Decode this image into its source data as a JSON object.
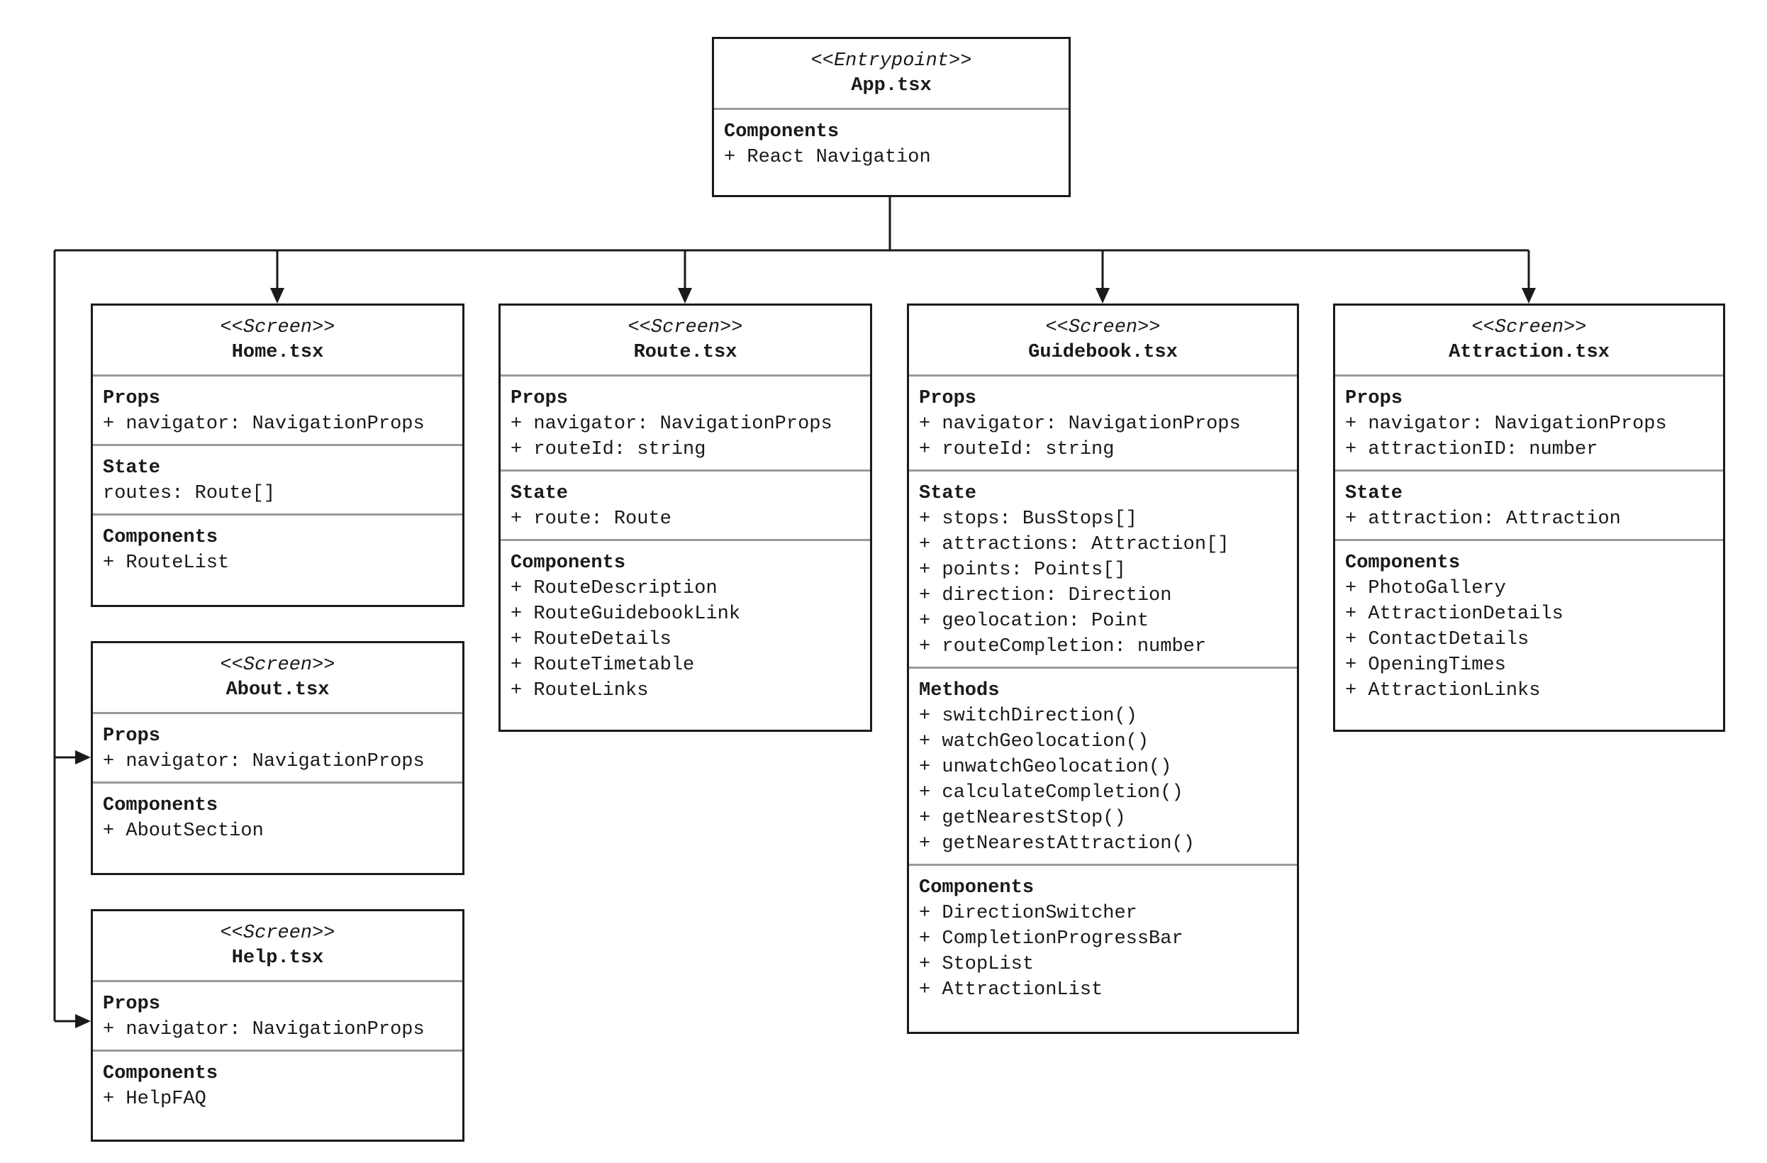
{
  "app": {
    "stereotype": "<<Entrypoint>>",
    "name": "App.tsx",
    "sections": [
      {
        "title": "Components",
        "items": [
          "+ React Navigation"
        ]
      }
    ]
  },
  "home": {
    "stereotype": "<<Screen>>",
    "name": "Home.tsx",
    "sections": [
      {
        "title": "Props",
        "items": [
          "+ navigator: NavigationProps"
        ]
      },
      {
        "title": "State",
        "items": [
          "routes: Route[]"
        ]
      },
      {
        "title": "Components",
        "items": [
          "+ RouteList"
        ]
      }
    ]
  },
  "about": {
    "stereotype": "<<Screen>>",
    "name": "About.tsx",
    "sections": [
      {
        "title": "Props",
        "items": [
          "+ navigator: NavigationProps"
        ]
      },
      {
        "title": "Components",
        "items": [
          "+ AboutSection"
        ]
      }
    ]
  },
  "help": {
    "stereotype": "<<Screen>>",
    "name": "Help.tsx",
    "sections": [
      {
        "title": "Props",
        "items": [
          "+ navigator: NavigationProps"
        ]
      },
      {
        "title": "Components",
        "items": [
          "+ HelpFAQ"
        ]
      }
    ]
  },
  "route": {
    "stereotype": "<<Screen>>",
    "name": "Route.tsx",
    "sections": [
      {
        "title": "Props",
        "items": [
          "+ navigator: NavigationProps",
          "+ routeId: string"
        ]
      },
      {
        "title": "State",
        "items": [
          "+ route: Route"
        ]
      },
      {
        "title": "Components",
        "items": [
          "+ RouteDescription",
          "+ RouteGuidebookLink",
          "+ RouteDetails",
          "+ RouteTimetable",
          "+ RouteLinks"
        ]
      }
    ]
  },
  "guidebook": {
    "stereotype": "<<Screen>>",
    "name": "Guidebook.tsx",
    "sections": [
      {
        "title": "Props",
        "items": [
          "+ navigator: NavigationProps",
          "+ routeId: string"
        ]
      },
      {
        "title": "State",
        "items": [
          "+ stops: BusStops[]",
          "+ attractions: Attraction[]",
          "+ points: Points[]",
          "+ direction: Direction",
          "+ geolocation: Point",
          "+ routeCompletion: number"
        ]
      },
      {
        "title": "Methods",
        "items": [
          "+ switchDirection()",
          "+ watchGeolocation()",
          "+ unwatchGeolocation()",
          "+ calculateCompletion()",
          "+ getNearestStop()",
          "+ getNearestAttraction()"
        ]
      },
      {
        "title": "Components",
        "items": [
          "+ DirectionSwitcher",
          "+ CompletionProgressBar",
          "+ StopList",
          "+ AttractionList"
        ]
      }
    ]
  },
  "attraction": {
    "stereotype": "<<Screen>>",
    "name": "Attraction.tsx",
    "sections": [
      {
        "title": "Props",
        "items": [
          "+ navigator: NavigationProps",
          "+ attractionID: number"
        ]
      },
      {
        "title": "State",
        "items": [
          "+ attraction: Attraction"
        ]
      },
      {
        "title": "Components",
        "items": [
          "+ PhotoGallery",
          "+ AttractionDetails",
          "+ ContactDetails",
          "+ OpeningTimes",
          "+ AttractionLinks"
        ]
      }
    ]
  }
}
